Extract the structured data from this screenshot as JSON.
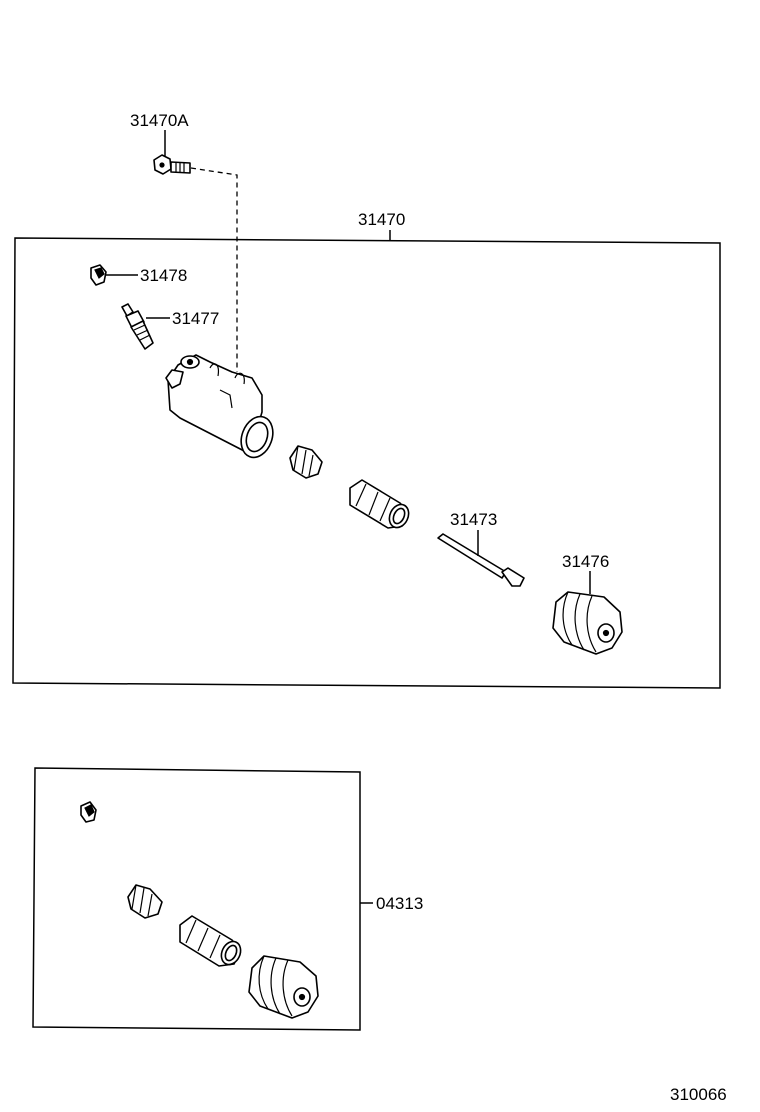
{
  "labels": {
    "bolt": "31470A",
    "assembly": "31470",
    "bleeder_cap": "31478",
    "bleeder_plug": "31477",
    "push_rod": "31473",
    "boot": "31476",
    "kit": "04313",
    "diagram_code": "310066"
  }
}
